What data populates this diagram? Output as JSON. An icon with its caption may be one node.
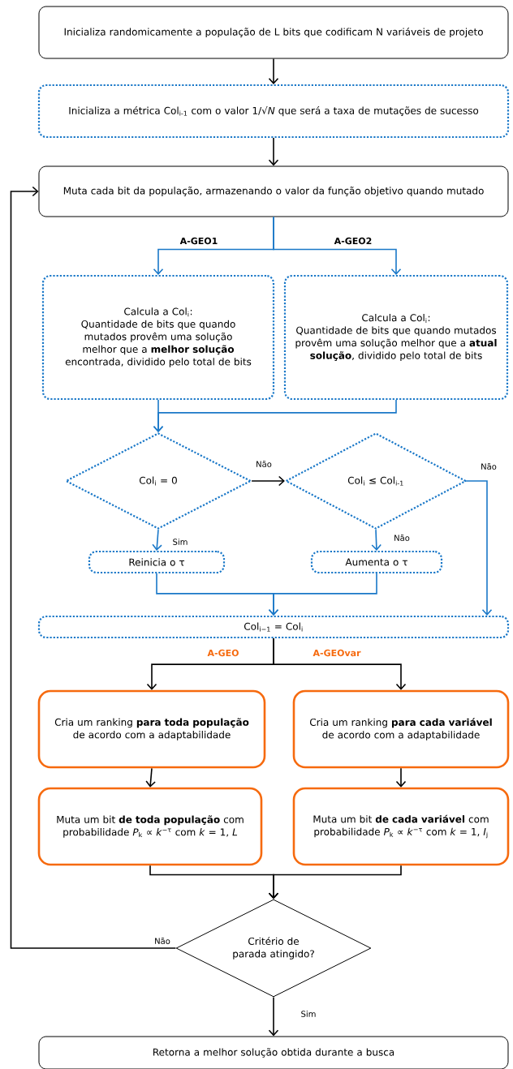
{
  "diagram": {
    "nodes": [
      {
        "text": [
          "Inicializa randomicamente a população de L bits que codificam N variáveis de projeto"
        ]
      },
      {
        "text": [
          "Inicializa a métrica Col$_{i-1}$ com o valor 1/√*N* que será a taxa de mutações de sucesso"
        ]
      },
      {
        "text": [
          "Muta cada bit da população, armazenando o valor da função objetivo quando mutado"
        ]
      },
      {
        "text": [
          "Calcula a Col$_{i}$:",
          "Quantidade de bits que quando mutados provêm uma solução melhor que a **melhor solução** encontrada, dividido pelo total de bits"
        ]
      },
      {
        "text": [
          "Calcula a Col$_{i}$:",
          "Quantidade de bits que quando mutados provêm uma solução melhor que a **atual solução**, dividido pelo total de bits"
        ]
      },
      {
        "text": [
          "Col$_{i}$ = 0"
        ]
      },
      {
        "text": [
          "Col$_{i}$ ≤ Col$_{i-1}$"
        ]
      },
      {
        "text": [
          "Reinicia o τ"
        ]
      },
      {
        "text": [
          "Aumenta o τ"
        ]
      },
      {
        "text": [
          "Col$_{i−1}$ = Col$_{i}$"
        ]
      },
      {
        "text": [
          "Cria um ranking **para toda população** de acordo com a adaptabilidade"
        ]
      },
      {
        "text": [
          "Cria um ranking **para cada variável** de acordo com a adaptabilidade"
        ]
      },
      {
        "text": [
          "Muta um bit **de toda população** com probabilidade *P*$_{k}$ ∝ *k*$^{−τ}$ com *k* = 1, *L*"
        ]
      },
      {
        "text": [
          "Muta um bit **de cada variável** com probabilidade *P*$_{k}$ ∝ *k*$^{−τ}$ com *k* = 1, *I*$_{j}$"
        ]
      },
      {
        "text": [
          "Critério de parada atingido?"
        ]
      },
      {
        "text": [
          "Retorna a melhor solução obtida durante a busca"
        ]
      }
    ],
    "edges": [
      {
        "from": 0,
        "to": 1,
        "arrow": "to"
      },
      {
        "from": 1,
        "to": 2,
        "arrow": "to"
      },
      {
        "from": 2,
        "to": 3,
        "arrow": "to",
        "label": "A-GEO1",
        "color": "#1a78c8"
      },
      {
        "from": 2,
        "to": 4,
        "arrow": "to",
        "label": "A-GEO2",
        "color": "#1a78c8"
      },
      {
        "from": 3,
        "to": 5,
        "arrow": "to",
        "color": "#1a78c8"
      },
      {
        "from": 4,
        "to": 5,
        "arrow": "to",
        "color": "#1a78c8"
      },
      {
        "from": 5,
        "to": 6,
        "arrow": "to",
        "label": "Não"
      },
      {
        "from": 5,
        "to": 7,
        "arrow": "to",
        "label": "Sim",
        "color": "#1a78c8"
      },
      {
        "from": 6,
        "to": 8,
        "arrow": "to",
        "label": "Não",
        "color": "#1a78c8"
      },
      {
        "from": 6,
        "to": 9,
        "arrow": "to",
        "label": "Não",
        "color": "#1a78c8"
      },
      {
        "from": 7,
        "to": 9,
        "arrow": "to",
        "color": "#1a78c8"
      },
      {
        "from": 8,
        "to": 9,
        "arrow": "to",
        "color": "#1a78c8"
      },
      {
        "from": 9,
        "to": 10,
        "arrow": "to",
        "label": "A-GEO"
      },
      {
        "from": 9,
        "to": 11,
        "arrow": "to",
        "label": "A-GEOvar"
      },
      {
        "from": 10,
        "to": 12,
        "arrow": "to"
      },
      {
        "from": 11,
        "to": 13,
        "arrow": "to"
      },
      {
        "from": 12,
        "to": 14,
        "arrow": "to"
      },
      {
        "from": 13,
        "to": 14,
        "arrow": "to"
      },
      {
        "from": 14,
        "to": 2,
        "arrow": "to",
        "label": "Não"
      },
      {
        "from": 14,
        "to": 15,
        "arrow": "to",
        "label": "Sim"
      }
    ]
  }
}
